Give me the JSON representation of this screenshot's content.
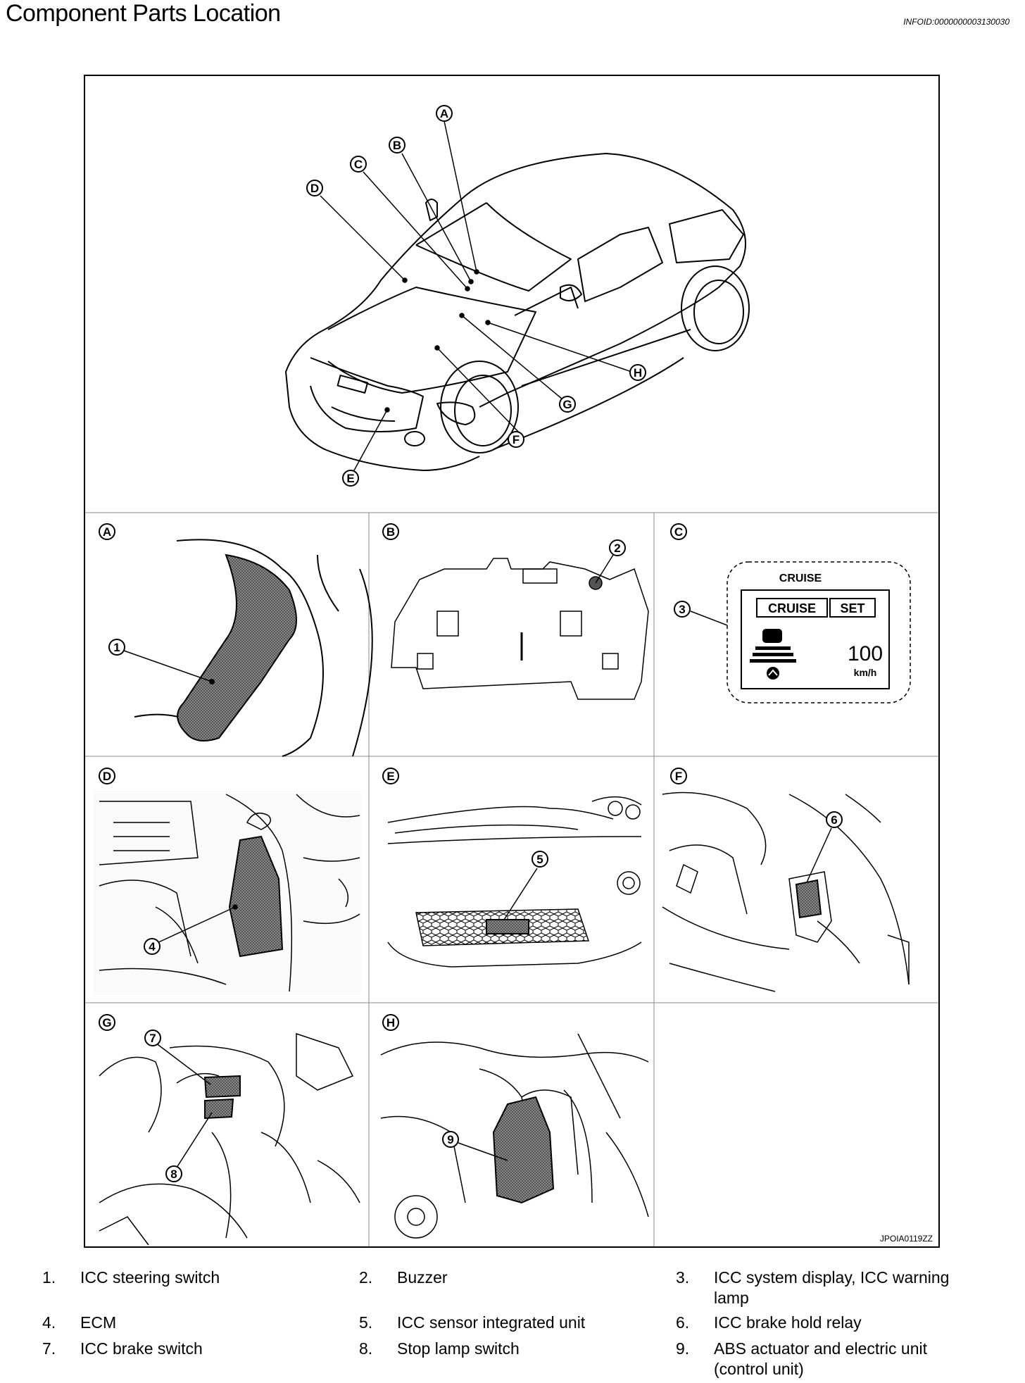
{
  "page": {
    "title": "Component Parts Location",
    "info_id": "INFOID:0000000003130030"
  },
  "figure": {
    "code": "JPOIA0119ZZ",
    "overview_callouts": [
      "A",
      "B",
      "C",
      "D",
      "E",
      "F",
      "G",
      "H"
    ],
    "panels": [
      {
        "letter": "A",
        "callout": "1"
      },
      {
        "letter": "B",
        "callout": "2"
      },
      {
        "letter": "C",
        "callout": "3"
      },
      {
        "letter": "D",
        "callout": "4"
      },
      {
        "letter": "E",
        "callout": "5"
      },
      {
        "letter": "F",
        "callout": "6"
      },
      {
        "letter": "G",
        "callouts": [
          "7",
          "8"
        ]
      },
      {
        "letter": "H",
        "callout": "9"
      }
    ],
    "display": {
      "header": "CRUISE",
      "button_cruise": "CRUISE",
      "button_set": "SET",
      "speed": "100",
      "unit": "km/h"
    }
  },
  "legend": [
    {
      "num": "1.",
      "text": "ICC steering switch"
    },
    {
      "num": "2.",
      "text": "Buzzer"
    },
    {
      "num": "3.",
      "text": "ICC system display, ICC warning lamp"
    },
    {
      "num": "4.",
      "text": "ECM"
    },
    {
      "num": "5.",
      "text": "ICC sensor integrated unit"
    },
    {
      "num": "6.",
      "text": "ICC brake hold relay"
    },
    {
      "num": "7.",
      "text": "ICC brake switch"
    },
    {
      "num": "8.",
      "text": "Stop lamp switch"
    },
    {
      "num": "9.",
      "text": "ABS actuator and electric unit (control unit)"
    }
  ]
}
